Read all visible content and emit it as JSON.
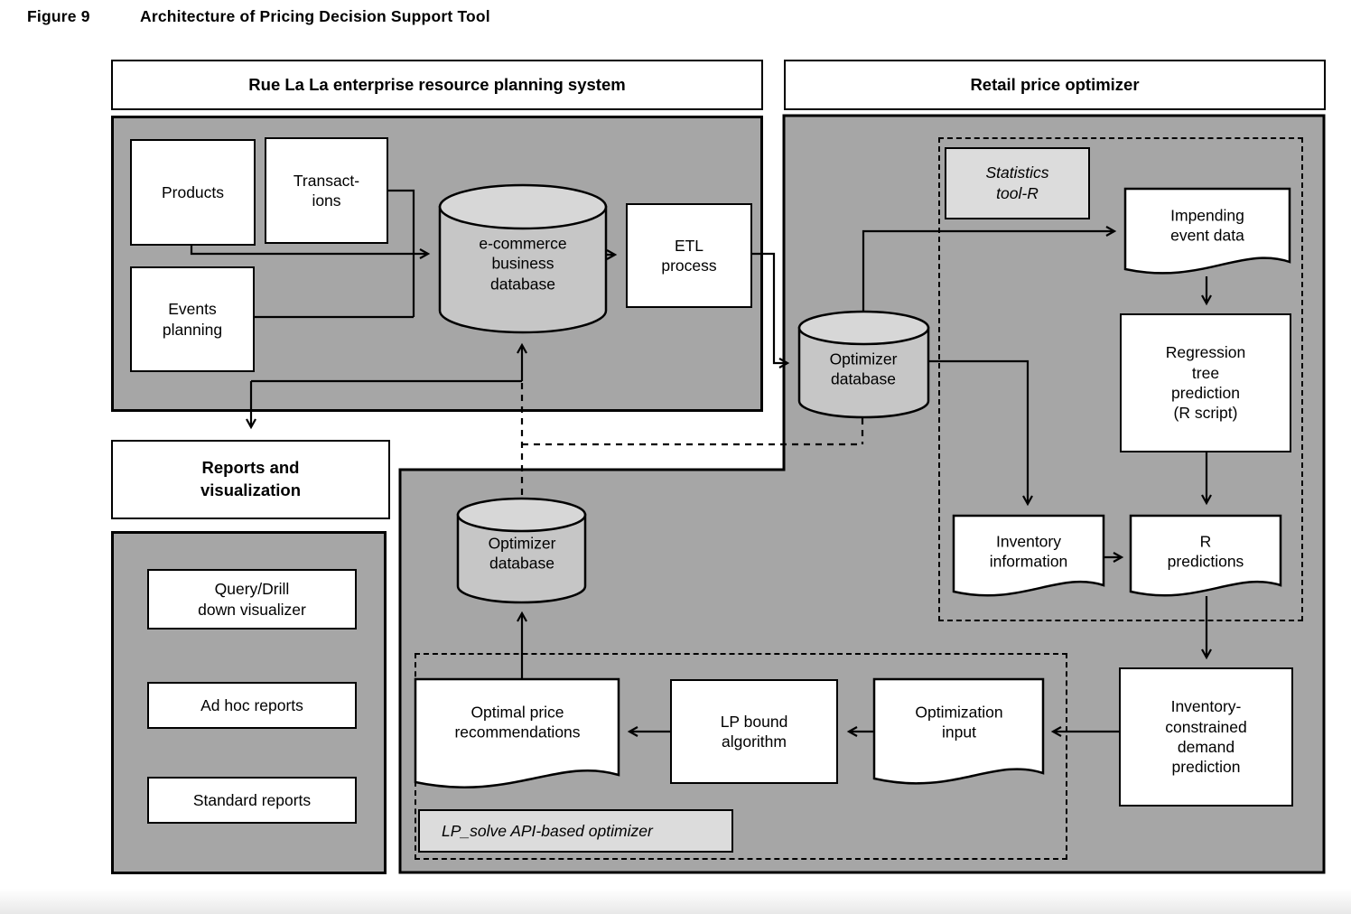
{
  "figure": {
    "label": "Figure 9",
    "title": "Architecture of Pricing Decision Support Tool"
  },
  "colors": {
    "panel_gray": "#a6a6a6",
    "label_gray": "#dcdcdc",
    "cylinder_body": "#c6c6c6",
    "cylinder_top": "#d7d7d7"
  },
  "erp": {
    "header": "Rue La La enterprise resource planning system",
    "nodes": {
      "products": "Products",
      "transactions": "Transact-\nions",
      "events_planning": "Events\nplanning",
      "ecommerce_db": "e-commerce\nbusiness\ndatabase",
      "etl_process": "ETL\nprocess"
    }
  },
  "reports": {
    "header": "Reports and\nvisualization",
    "items": {
      "query_drill": "Query/Drill\ndown visualizer",
      "ad_hoc": "Ad hoc reports",
      "standard": "Standard reports"
    }
  },
  "optimizer": {
    "header": "Retail price optimizer",
    "statistics_group": "Statistics\ntool-R",
    "lp_solve_group": "LP_solve API-based optimizer",
    "nodes": {
      "optimizer_db": "Optimizer\ndatabase",
      "impending_event_data": "Impending\nevent data",
      "regression_tree": "Regression\ntree\nprediction\n(R script)",
      "inventory_information": "Inventory\ninformation",
      "r_predictions": "R\npredictions",
      "inventory_constrained": "Inventory-\nconstrained\ndemand\nprediction",
      "optimization_input": "Optimization\ninput",
      "lp_bound": "LP bound\nalgorithm",
      "optimal_price": "Optimal price\nrecommendations",
      "optimizer_db_return": "Optimizer\ndatabase"
    }
  }
}
